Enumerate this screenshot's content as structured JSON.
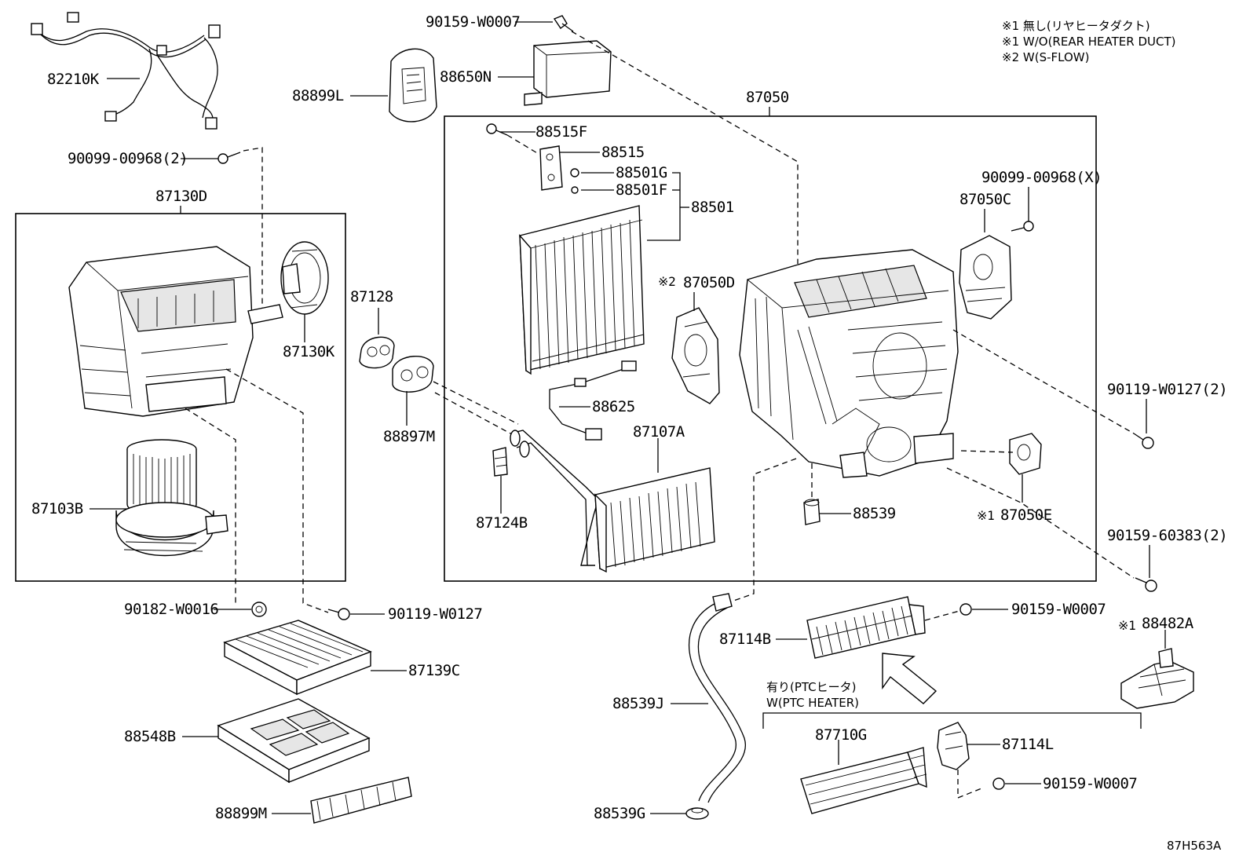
{
  "notes": {
    "line1": "※1 無し(リヤヒータダクト)",
    "line2": "※1 W/O(REAR HEATER DUCT)",
    "line3": "※2 W(S-FLOW)"
  },
  "ptc_group": {
    "label_jp": "有り(PTCヒータ)",
    "label_en": "W(PTC HEATER)"
  },
  "diagram_code": "87H563A",
  "parts": {
    "p82210K": "82210K",
    "p90159W0007a": "90159-W0007",
    "p88650N": "88650N",
    "p88899L": "88899L",
    "p87050": "87050",
    "p90099_00968_2": "90099-00968(2)",
    "p87130D": "87130D",
    "p88515F": "88515F",
    "p88515": "88515",
    "p88501G": "88501G",
    "p88501F": "88501F",
    "p88501": "88501",
    "p90099_00968_X": "90099-00968(X)",
    "p87050C": "87050C",
    "p87128": "87128",
    "p87130K": "87130K",
    "p87050D": "87050D",
    "p87050D_note": "※2",
    "p88625": "88625",
    "p88897M": "88897M",
    "p87107A": "87107A",
    "p90119W0127_2": "90119-W0127(2)",
    "p87103B": "87103B",
    "p87124B": "87124B",
    "p88539": "88539",
    "p87050E": "87050E",
    "p87050E_note": "※1",
    "p90159_60383_2": "90159-60383(2)",
    "p90182W0016": "90182-W0016",
    "p90119W0127": "90119-W0127",
    "p90159W0007b": "90159-W0007",
    "p87114B": "87114B",
    "p88482A": "88482A",
    "p88482A_note": "※1",
    "p87139C": "87139C",
    "p88539J": "88539J",
    "p88548B": "88548B",
    "p87710G": "87710G",
    "p87114L": "87114L",
    "p90159W0007c": "90159-W0007",
    "p88899M": "88899M",
    "p88539G": "88539G"
  }
}
